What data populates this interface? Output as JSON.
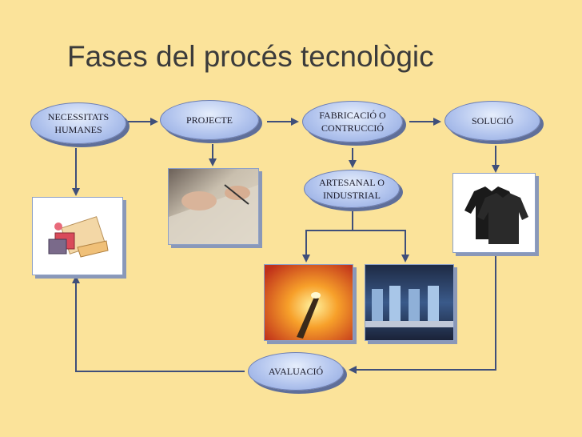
{
  "title": "Fases del procés tecnològic",
  "nodes": {
    "necessitats": "NECESSITATS\nHUMANES",
    "projecte": "PROJECTE",
    "fabricacio": "FABRICACIÓ O\nCONTRUCCIÓ",
    "solucio": "SOLUCIÓ",
    "artesanal": "ARTESANAL O\nINDUSTRIAL",
    "avaluacio": "AVALUACIÓ"
  },
  "images": {
    "necessitats": "gift-objects-clipart",
    "projecte": "hand-drawing-plans-photo",
    "artesanal": "artisan-flame-tool-photo",
    "industrial": "industrial-machinery-photo",
    "solucio": "black-sweaters-photo"
  },
  "colors": {
    "background": "#fbe39a",
    "oval_fill": "#b3c5ee",
    "arrow": "#3f4f7a"
  }
}
